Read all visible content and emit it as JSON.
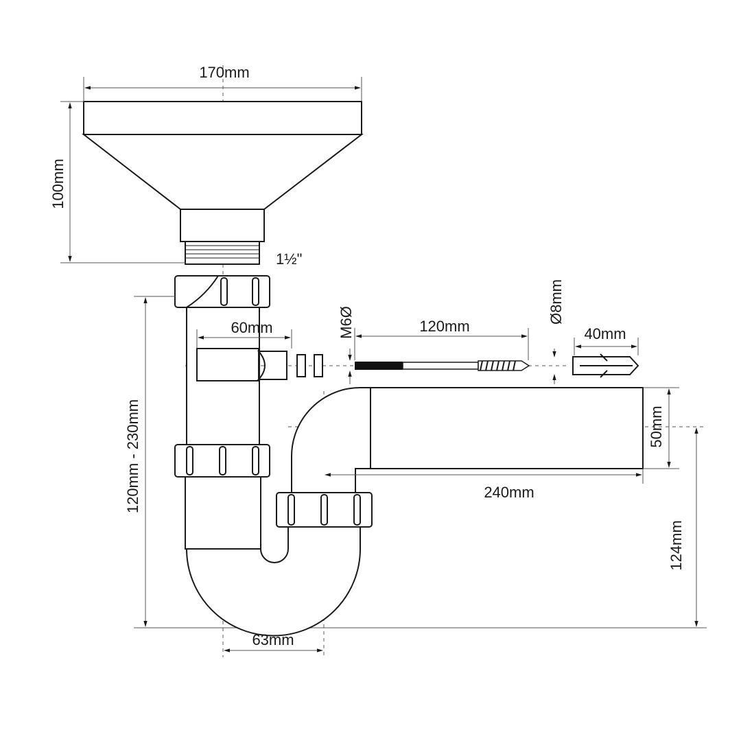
{
  "title": "Sink trap with funnel – dimension drawing",
  "dimensions": {
    "funnel_width": "170mm",
    "funnel_height": "100mm",
    "thread_size": "1½\"",
    "branch_length": "60mm",
    "screw_thread": "M6Ø",
    "screw_length": "120mm",
    "plug_diameter": "Ø8mm",
    "plug_length": "40mm",
    "outlet_diameter": "50mm",
    "outlet_length": "240mm",
    "height_range": "120mm - 230mm",
    "outlet_height": "124mm",
    "offset": "63mm"
  }
}
